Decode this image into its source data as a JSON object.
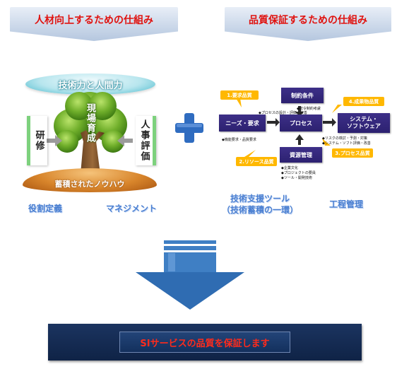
{
  "left_banner": "人材向上するための仕組み",
  "right_banner": "品質保証するための仕組み",
  "skills_pill": "技術力と人間力",
  "tree_label": "現場育成",
  "left_side_label": "研修",
  "right_side_label": "人事評価",
  "ground_label": "蓄積されたノウハウ",
  "role_definition": "役割定義",
  "management": "マネジメント",
  "tools_line1": "技術支援ツール",
  "tools_line2": "（技術蓄積の一環）",
  "process_management": "工程管理",
  "diagram": {
    "constraint": "制約条件",
    "needs": "ニーズ・要求",
    "process": "プロセス",
    "system": "システム・\nソフトウェア",
    "resources": "資源管理",
    "callout_req": "1.要求品質",
    "callout_resource": "2.リソース品質",
    "callout_process": "3.プロセス品質",
    "callout_product": "4.成果物品質",
    "note_constraint": "◆法令制約考慮",
    "note_process": "◆プロセスの設計・評価・改善",
    "note_needs": "◆機能要求・品質要求",
    "note_system1": "◆リスクの検討・予測・対策",
    "note_system2": "◆システム・ソフト評価・改善",
    "note_res1": "◆企業文化",
    "note_res2": "◆プロジェクトの要員",
    "note_res3": "◆ツール・開発技術"
  },
  "final_message": "SIサービスの品質を保証します",
  "colors": {
    "banner_text": "#e0120f",
    "process_box": "#2f2478",
    "callout": "#ffb800",
    "big_arrow": "#3f7fc4",
    "final_box": "#14294f"
  }
}
